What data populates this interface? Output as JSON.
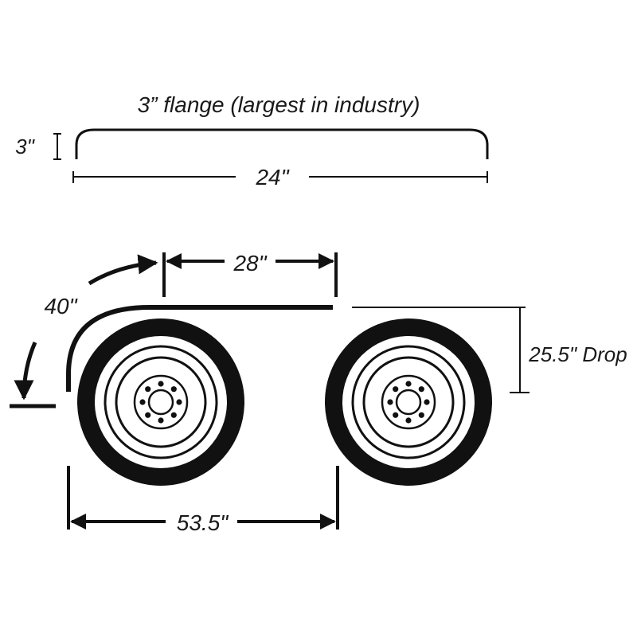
{
  "labels": {
    "flange_title": "3” flange (largest in industry)",
    "flange_height": "3\"",
    "flange_width": "24\"",
    "top_length": "28\"",
    "arc_length": "40\"",
    "drop": "25.5\" Drop",
    "bottom_length": "53.5\""
  },
  "colors": {
    "ink": "#111111",
    "text": "#1a1a1a",
    "background": "#ffffff"
  }
}
